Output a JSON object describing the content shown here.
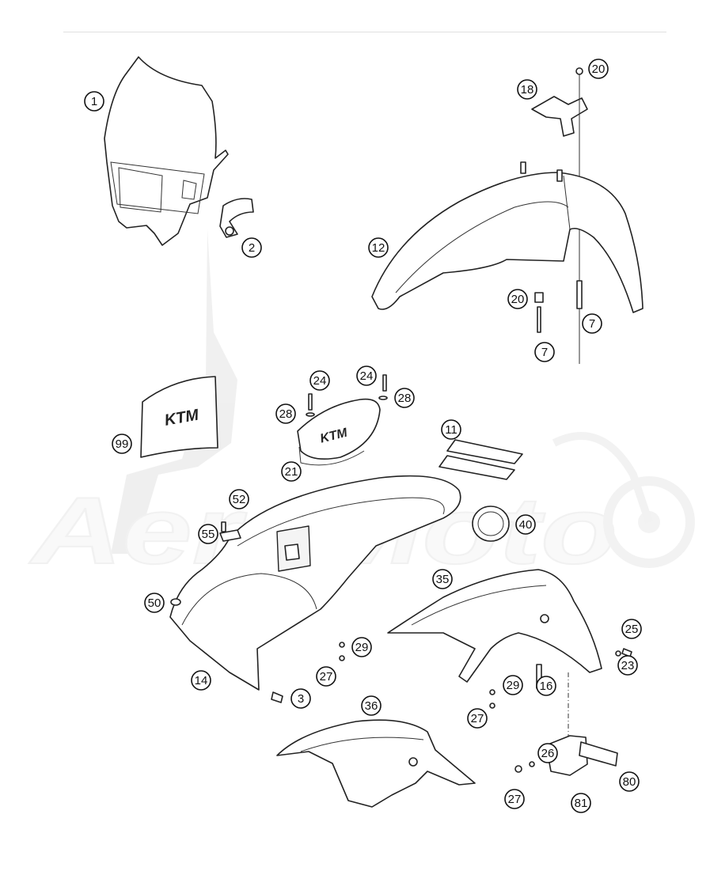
{
  "watermark": {
    "text": "AeroMoto"
  },
  "decal_99_text": "KTM",
  "decal_21_text": "KTM",
  "callouts": [
    {
      "id": "c1",
      "label": "1"
    },
    {
      "id": "c2",
      "label": "2"
    },
    {
      "id": "c18",
      "label": "18"
    },
    {
      "id": "c20a",
      "label": "20"
    },
    {
      "id": "c12",
      "label": "12"
    },
    {
      "id": "c20b",
      "label": "20"
    },
    {
      "id": "c7a",
      "label": "7"
    },
    {
      "id": "c7b",
      "label": "7"
    },
    {
      "id": "c24a",
      "label": "24"
    },
    {
      "id": "c24b",
      "label": "24"
    },
    {
      "id": "c28a",
      "label": "28"
    },
    {
      "id": "c28b",
      "label": "28"
    },
    {
      "id": "c99",
      "label": "99"
    },
    {
      "id": "c21",
      "label": "21"
    },
    {
      "id": "c11",
      "label": "11"
    },
    {
      "id": "c52",
      "label": "52"
    },
    {
      "id": "c55",
      "label": "55"
    },
    {
      "id": "c40",
      "label": "40"
    },
    {
      "id": "c35",
      "label": "35"
    },
    {
      "id": "c50",
      "label": "50"
    },
    {
      "id": "c29a",
      "label": "29"
    },
    {
      "id": "c25",
      "label": "25"
    },
    {
      "id": "c27a",
      "label": "27"
    },
    {
      "id": "c23",
      "label": "23"
    },
    {
      "id": "c14",
      "label": "14"
    },
    {
      "id": "c3",
      "label": "3"
    },
    {
      "id": "c29b",
      "label": "29"
    },
    {
      "id": "c16",
      "label": "16"
    },
    {
      "id": "c36",
      "label": "36"
    },
    {
      "id": "c27b",
      "label": "27"
    },
    {
      "id": "c26",
      "label": "26"
    },
    {
      "id": "c80",
      "label": "80"
    },
    {
      "id": "c27c",
      "label": "27"
    },
    {
      "id": "c81",
      "label": "81"
    }
  ]
}
